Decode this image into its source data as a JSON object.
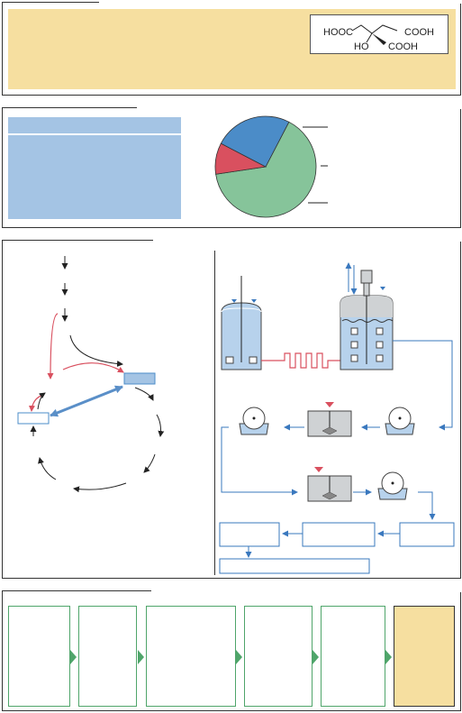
{
  "formula": {
    "left_top": "HOOC",
    "right_top": "COOH",
    "left_bottom": "HO",
    "right_bottom": "COOH"
  },
  "pie": {
    "type": "pie",
    "slices": [
      {
        "value": 65,
        "color": "#86c49a"
      },
      {
        "value": 10,
        "color": "#d9505f"
      },
      {
        "value": 25,
        "color": "#4b8cc8"
      }
    ]
  },
  "colors": {
    "panel_yellow": "#f6dfa0",
    "panel_blue": "#a4c4e4",
    "arrow_red": "#d9505f",
    "arrow_blue": "#3a78be",
    "liquid_blue": "#b7d2ec",
    "equipment_grey": "#cfd2d4",
    "arrowhead_green": "#4fa56a"
  }
}
